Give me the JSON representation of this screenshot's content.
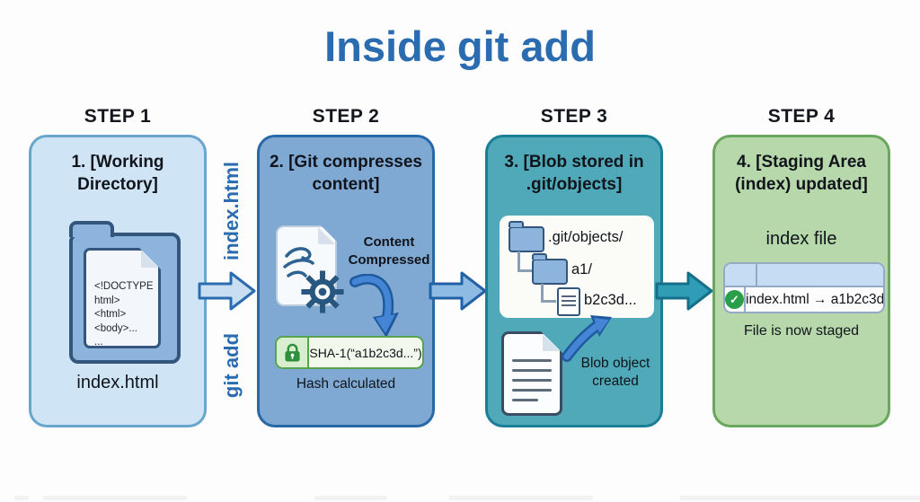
{
  "title": {
    "regular": "Inside",
    "bold": "git add"
  },
  "flow": {
    "file_label": "index.html",
    "command_label": "git add"
  },
  "steps": [
    {
      "header": "STEP 1",
      "title": [
        "1. [Working",
        "Directory]"
      ],
      "code_lines": [
        "<!DOCTYPE",
        "html>",
        "<html>",
        "<body>...",
        "..."
      ],
      "file_label": "index.html"
    },
    {
      "header": "STEP 2",
      "title": [
        "2. [Git compresses",
        "content]"
      ],
      "note": [
        "Content",
        "Compressed"
      ],
      "hash": "SHA-1(“a1b2c3d...”)",
      "caption": "Hash calculated"
    },
    {
      "header": "STEP 3",
      "title": [
        "3. [Blob stored in",
        ".git/objects]"
      ],
      "tree": {
        "root": ".git/objects/",
        "subdir": "a1/",
        "file": "b2c3d..."
      },
      "caption": [
        "Blob object",
        "created"
      ]
    },
    {
      "header": "STEP 4",
      "title": [
        "4. [Staging Area",
        "(index) updated]"
      ],
      "index_label": "index file",
      "entry": "index.html → a1b2c3d",
      "caption": "File is now staged"
    }
  ],
  "icons": {
    "check": "✓"
  },
  "colors": {
    "title_blue": "#2b6cb0",
    "step1_fill": "#cfe5f6",
    "step1_border": "#69a5cd",
    "step2_fill": "#7fa9d3",
    "step2_border": "#2668a8",
    "step3_fill": "#4fa9b9",
    "step3_border": "#1a7e97",
    "step4_fill": "#b6d8ab",
    "step4_border": "#68a75d",
    "arrow_blue_fill": "#cadef2",
    "arrow_blue_stroke": "#2b6cb0",
    "arrow_teal_fill": "#2f9db5",
    "arrow_teal_stroke": "#156f88",
    "hash_pill_green": "#57a34e",
    "lock_green": "#2f8f3c",
    "check_green": "#2b9e49",
    "folder_fill": "#8db4dd",
    "folder_border": "#33567c",
    "table_header_blue": "#c6dcf2"
  }
}
